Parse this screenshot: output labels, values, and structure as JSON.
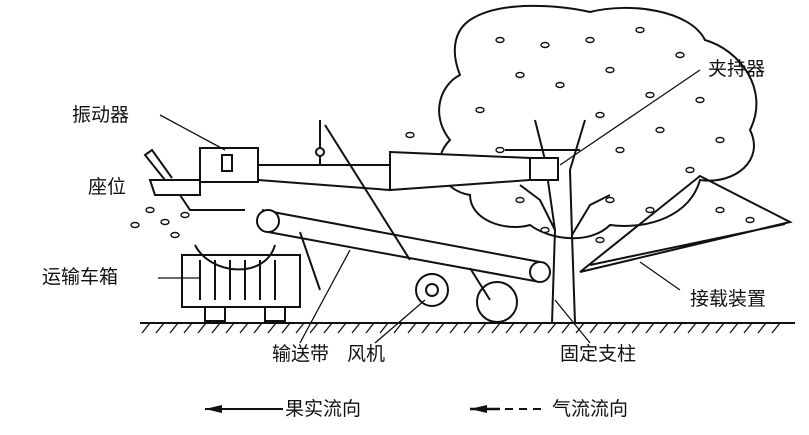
{
  "labels": {
    "vibrator": "振动器",
    "seat": "座位",
    "transport_box": "运输车箱",
    "clamp": "夹持器",
    "catching_device": "接载装置",
    "conveyor_belt": "输送带",
    "fan": "风机",
    "fixed_support": "固定支柱"
  },
  "legend": {
    "fruit_flow": "果实流向",
    "air_flow": "气流流向"
  }
}
